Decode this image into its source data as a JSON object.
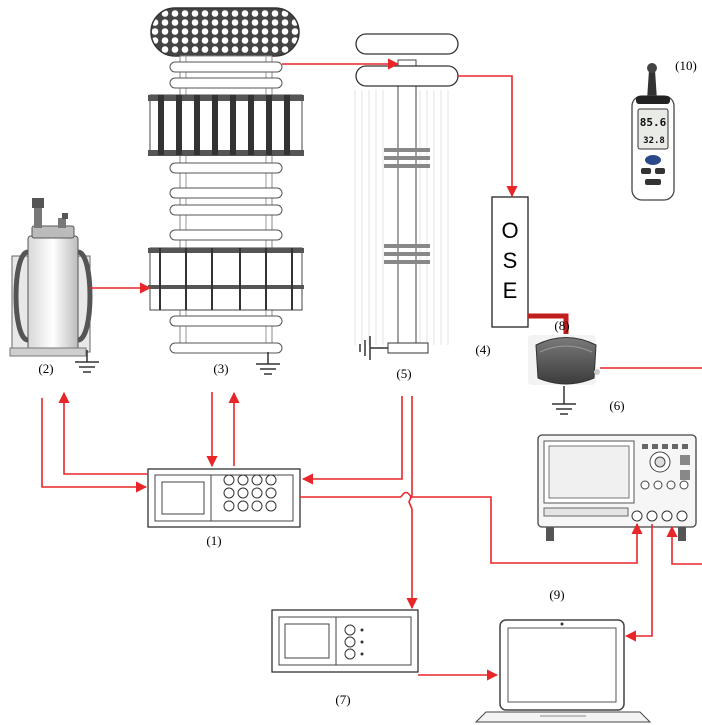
{
  "labels": {
    "control_console": "(1)",
    "transformer": "(2)",
    "voltage_multiplier": "(3)",
    "divider_label": "(4)",
    "capacitor_divider": "(5)",
    "ground_label": "(6)",
    "recorder": "(7)",
    "sensor": "(8)",
    "oscilloscope_label": "(9)",
    "hygrometer": "(10)"
  },
  "ose": {
    "letters": [
      "O",
      "S",
      "E"
    ]
  },
  "hygrometer_display": {
    "line1": "85.6",
    "line2": "32.8"
  },
  "colors": {
    "signal": "#e8262a",
    "cable": "#c01d1d",
    "outline": "#555555"
  }
}
